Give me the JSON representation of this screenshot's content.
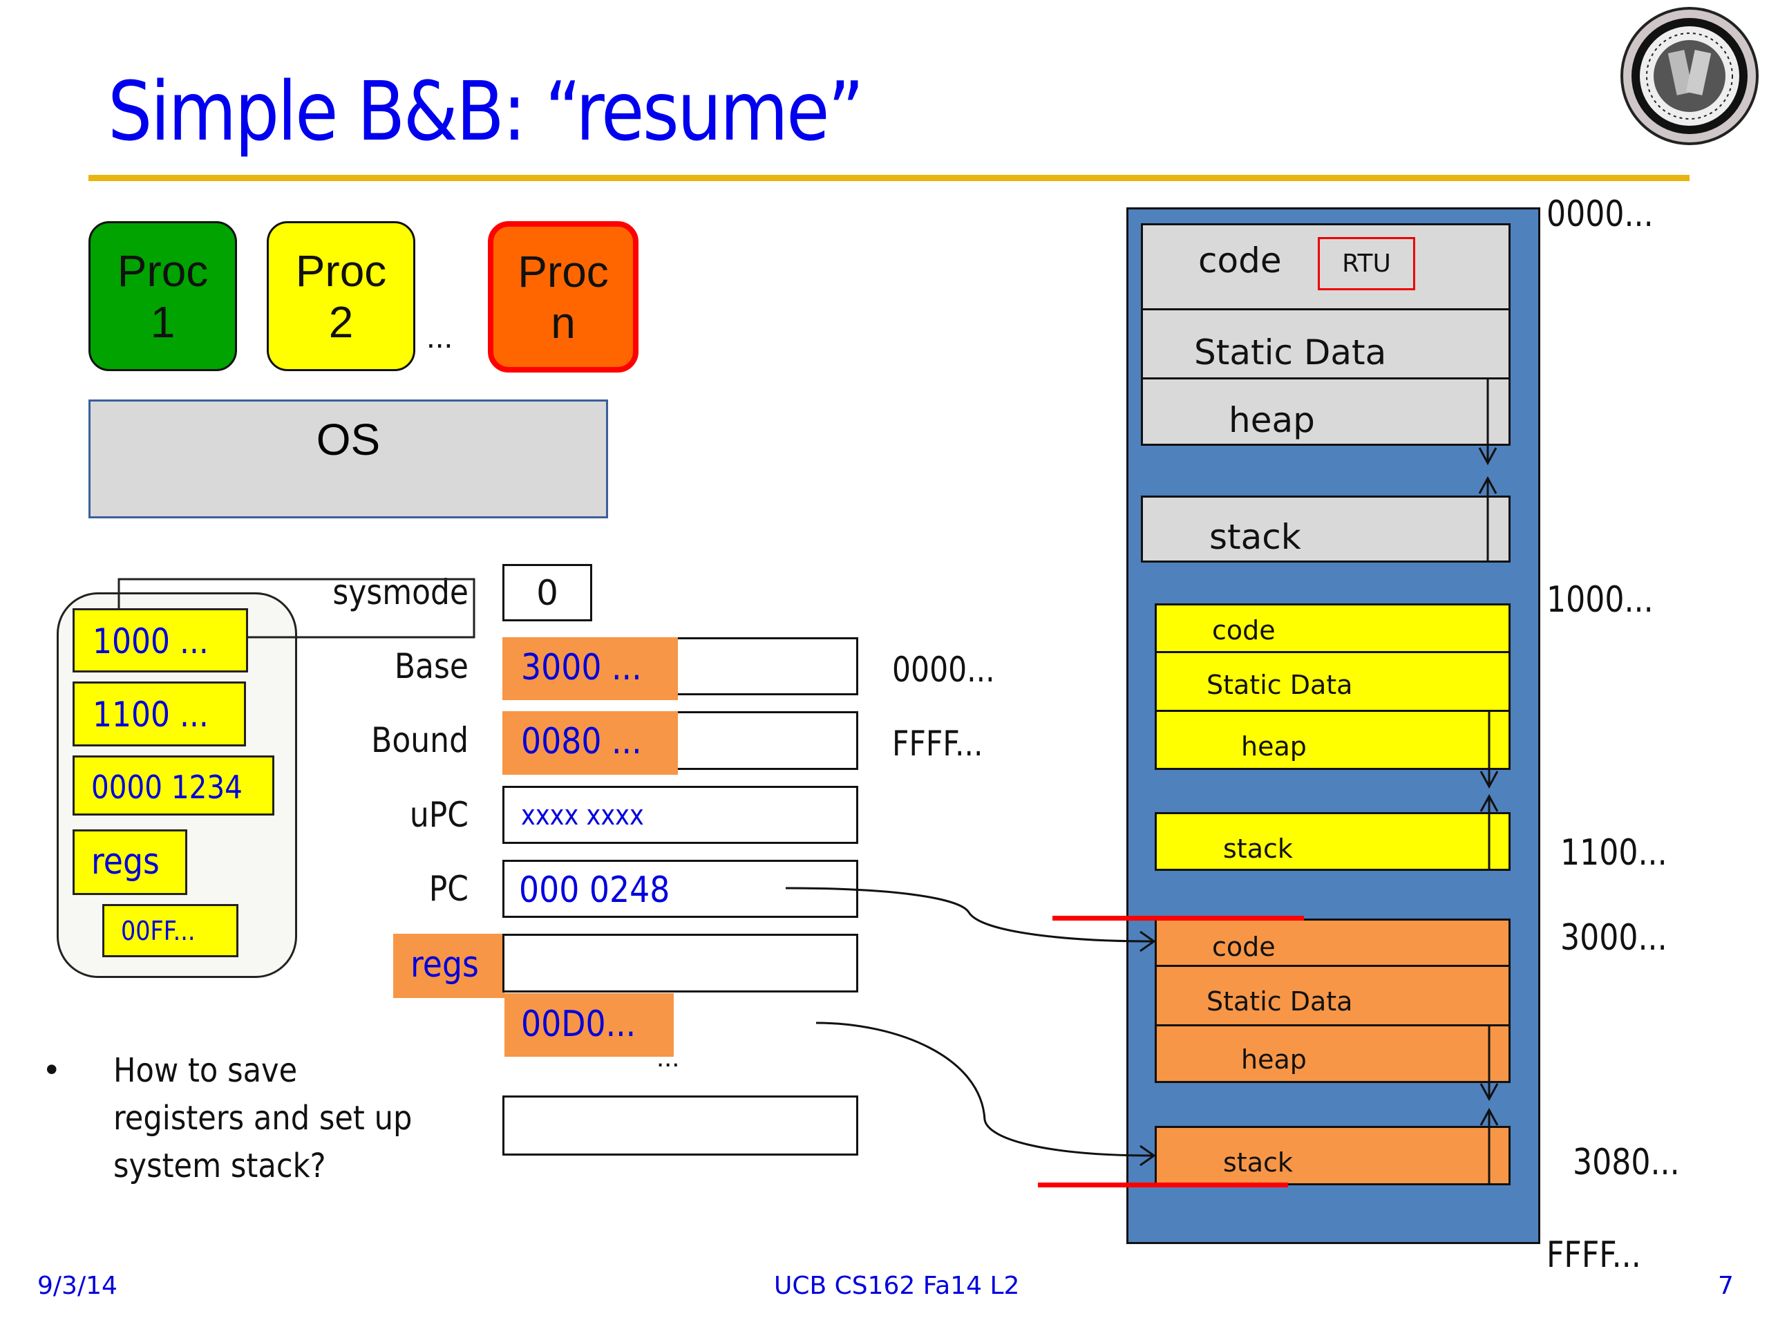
{
  "slide": {
    "title": "Simple B&B: “resume”",
    "logo": "university-of-california-seal-icon"
  },
  "processes": [
    {
      "line1": "Proc",
      "line2": "1",
      "fill": "#00a300",
      "border": "#111111"
    },
    {
      "line1": "Proc",
      "line2": "2",
      "fill": "#ffff00",
      "border": "#111111"
    },
    {
      "line1": "Proc",
      "line2": "n",
      "fill": "#ff6600",
      "border": "#ff0000"
    }
  ],
  "process_ellipsis": "...",
  "os_label": "OS",
  "registers": {
    "sysmode": {
      "label": "sysmode",
      "value": "0"
    },
    "base": {
      "label": "Base",
      "value": "3000 ...",
      "range_note": "0000..."
    },
    "bound": {
      "label": "Bound",
      "value": "0080 ...",
      "range_note": "FFFF..."
    },
    "upc": {
      "label": "uPC",
      "value": "xxxx xxxx"
    },
    "pc": {
      "label": "PC",
      "value": "000 0248"
    },
    "regs": {
      "label": "regs",
      "value": ""
    },
    "regs_next": {
      "value": "00D0..."
    },
    "ellipsis": "...",
    "last": {
      "value": ""
    }
  },
  "pcb": {
    "items": [
      "1000 ...",
      "1100 ...",
      "0000 1234",
      "regs",
      "00FF..."
    ]
  },
  "bullet": {
    "lines": [
      "How to save",
      "registers and set up",
      "system stack?"
    ]
  },
  "memory": {
    "os_segments": {
      "code": "code",
      "rtu": "RTU",
      "static": "Static Data",
      "heap": "heap",
      "stack": "stack"
    },
    "proc2_segments": {
      "code": "code",
      "static": "Static Data",
      "heap": "heap",
      "stack": "stack"
    },
    "procn_segments": {
      "code": "code",
      "static": "Static Data",
      "heap": "heap",
      "stack": "stack"
    },
    "addresses": {
      "a0000": "0000...",
      "a1000": "1000...",
      "a1100": "1100...",
      "a3000": "3000...",
      "a3080": "3080...",
      "affff": "FFFF..."
    }
  },
  "colors": {
    "title": "#0000ee",
    "rule": "#e8b410",
    "memory_bg": "#4f81bd",
    "os_gray": "#d9d9d9",
    "proc2_yellow": "#ffff00",
    "procn_orange": "#f79646",
    "bound_red": "#ff0000"
  },
  "footer": {
    "date": "9/3/14",
    "course": "UCB CS162 Fa14 L2",
    "page": "7"
  }
}
